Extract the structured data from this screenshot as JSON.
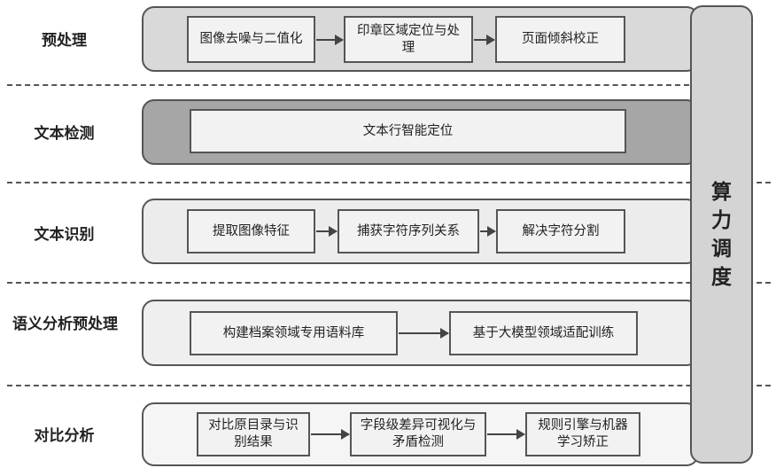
{
  "stages": {
    "preprocess": {
      "label": "预处理",
      "steps": [
        "图像去噪与二值化",
        "印章区域定位与处理",
        "页面倾斜校正"
      ]
    },
    "text_detection": {
      "label": "文本检测",
      "steps": [
        "文本行智能定位"
      ]
    },
    "text_recognition": {
      "label": "文本识别",
      "steps": [
        "提取图像特征",
        "捕获字符序列关系",
        "解决字符分割"
      ]
    },
    "semantic_analysis": {
      "label": "语义分析预处理",
      "steps": [
        "构建档案领域专用语料库",
        "基于大模型领域适配训练"
      ]
    },
    "comparison": {
      "label": "对比分析",
      "steps": [
        "对比原目录与识别结果",
        "字段级差异可视化与矛盾检测",
        "规则引擎与机器学习矫正"
      ]
    }
  },
  "compute_scheduling": {
    "label": "算力调度"
  },
  "colors": {
    "border": "#555555",
    "box_fill": "#f2f2f2",
    "panel_dark": "#a6a6a6",
    "panel_mid": "#d9d9d9",
    "panel_light": "#efefef",
    "compute_fill": "#d4d4d4"
  }
}
